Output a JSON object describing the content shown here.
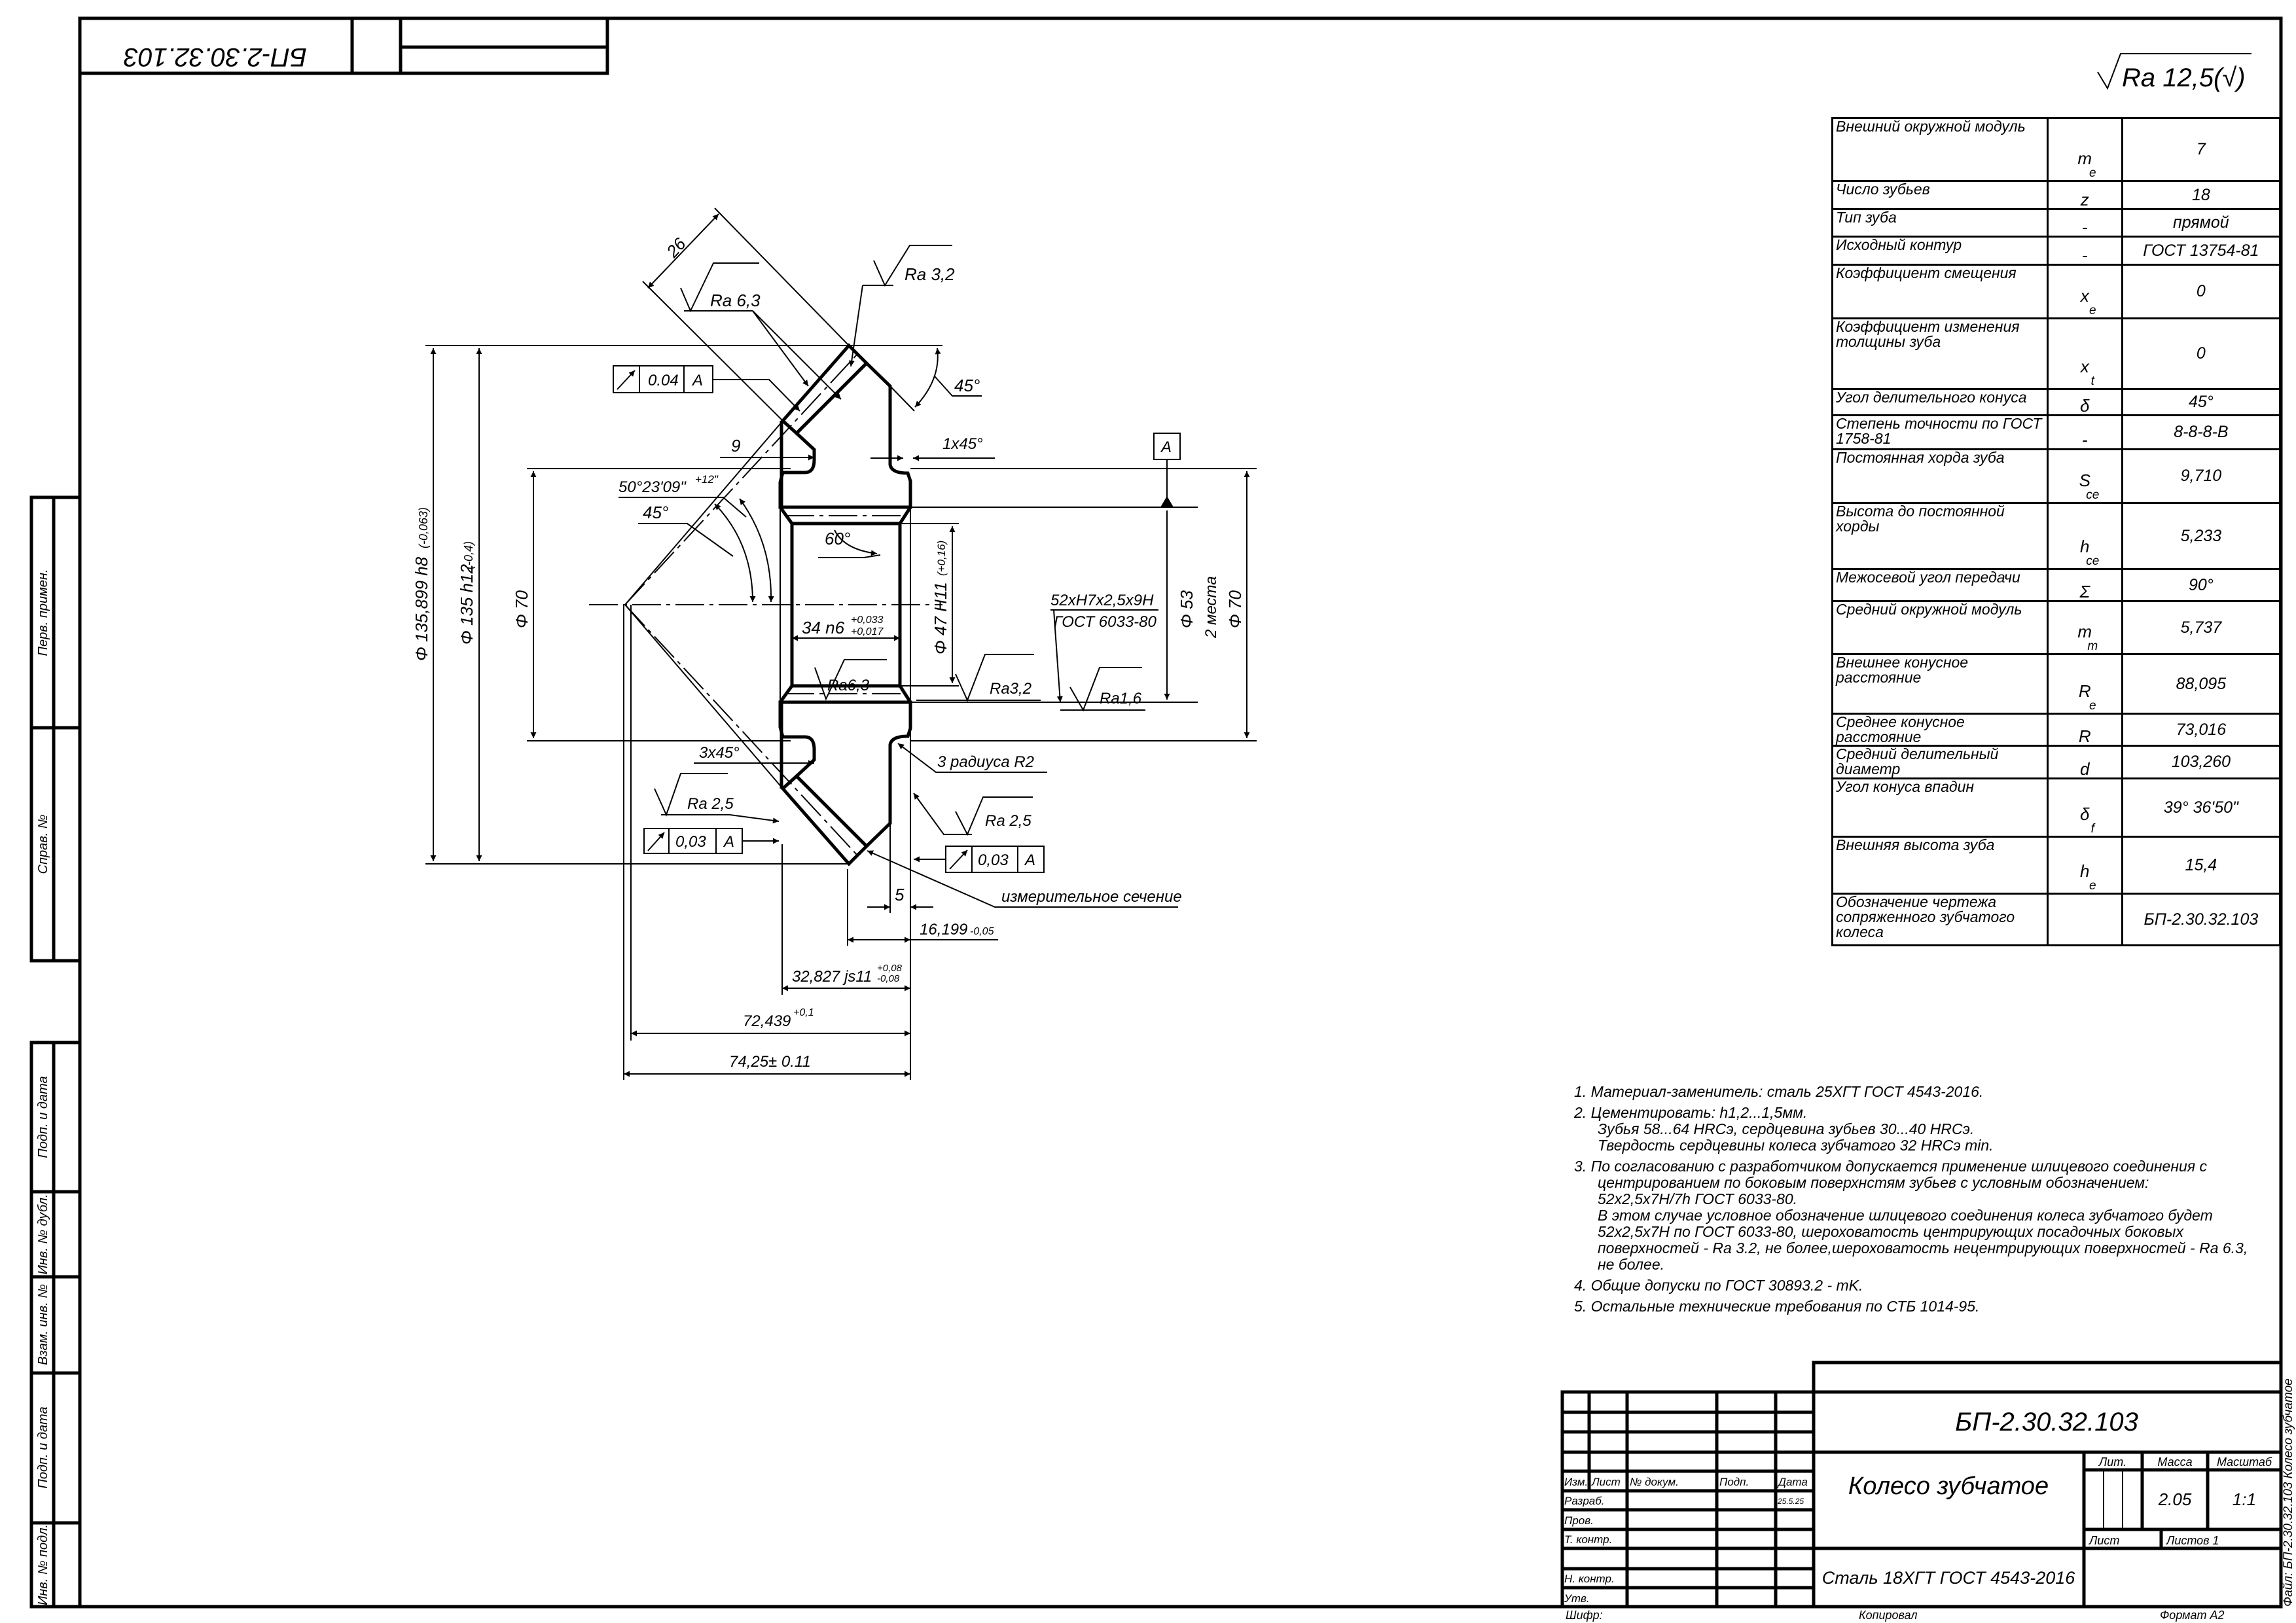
{
  "sheet": {
    "designation_rotated": "БП-2.30.32.103",
    "general_roughness": {
      "value": "Ra 12,5",
      "suffix": "(√)"
    }
  },
  "sidebar": {
    "upper": [
      "Перв. примен.",
      "Справ. №"
    ],
    "lower": [
      "Подп. и дата",
      "Инв. № дубл.",
      "Взам. инв. №",
      "Подп. и дата",
      "Инв. № подл."
    ]
  },
  "drawing": {
    "dim_26": "26",
    "ra_63_top": "Ra 6,3",
    "ra_32_top": "Ra 3,2",
    "runout_top": {
      "value": "0.04",
      "datum": "A"
    },
    "angle_45_top": "45°",
    "dim_9": "9",
    "chamfer_1x45": "1x45°",
    "datum_a": "A",
    "angle_50": "50°23'09\"",
    "angle_50_tol": "+12\"",
    "angle_45_left": "45°",
    "angle_60": "60°",
    "dia_135_899": "Φ 135,899 h8",
    "dia_135_899_tol": "(-0,063)",
    "dia_135": "Φ 135 h12",
    "dia_135_tol": "(-0,4)",
    "dia_70_left": "Φ 70",
    "dim_34": "34 n6",
    "dim_34_tol_upper": "+0,033",
    "dim_34_tol_lower": "+0,017",
    "dia_47": "Φ 47 H11",
    "dia_47_tol": "(+0,16)",
    "spline_designation": "52xH7x2,5x9H",
    "spline_standard": "ГОСТ 6033-80",
    "dia_53": "Φ 53",
    "two_places": "2 места",
    "dia_70_right": "Φ 70",
    "ra_63_bore": "Ra6,3",
    "ra_32_bore": "Ra3,2",
    "ra_16": "Ra1,6",
    "chamfer_3x45": "3x45°",
    "radii_r2": "3 радиуса R2",
    "ra_25_left": "Ra 2,5",
    "ra_25_right": "Ra 2,5",
    "runout_left": {
      "value": "0,03",
      "datum": "A"
    },
    "runout_right": {
      "value": "0,03",
      "datum": "A"
    },
    "dim_5": "5",
    "measuring_section": "измерительное сечение",
    "dim_16_199": "16,199",
    "dim_16_199_tol": "-0,05",
    "dim_32_827": "32,827 js11",
    "dim_32_827_tol_upper": "+0,08",
    "dim_32_827_tol_lower": "-0,08",
    "dim_72_439": "72,439",
    "dim_72_439_tol": "+0,1",
    "dim_74_25": "74,25± 0.11"
  },
  "parameters": [
    {
      "name": "Внешний окружной модуль",
      "symbol": "m",
      "sub": "e",
      "value": "7"
    },
    {
      "name": "Число зубьев",
      "symbol": "z",
      "sub": "",
      "value": "18"
    },
    {
      "name": "Тип зуба",
      "symbol": "-",
      "sub": "",
      "value": "прямой"
    },
    {
      "name": "Исходный контур",
      "symbol": "-",
      "sub": "",
      "value": "ГОСТ 13754-81"
    },
    {
      "name": "Коэффициент смещения",
      "symbol": "x",
      "sub": "e",
      "value": "0"
    },
    {
      "name": "Коэффициент изменения толщины зуба",
      "symbol": "x",
      "sub": "t",
      "value": "0"
    },
    {
      "name": "Угол делительного конуса",
      "symbol": "δ",
      "sub": "",
      "value": "45°"
    },
    {
      "name": "Степень точности по ГОСТ 1758-81",
      "symbol": "-",
      "sub": "",
      "value": "8-8-8-B"
    },
    {
      "name": "Постоянная хорда зуба",
      "symbol": "S",
      "sub": "ce",
      "value": "9,710"
    },
    {
      "name": "Высота до постоянной хорды",
      "symbol": "h",
      "sub": "ce",
      "value": "5,233"
    },
    {
      "name": "Межосевой угол передачи",
      "symbol": "Σ",
      "sub": "",
      "value": "90°"
    },
    {
      "name": "Средний окружной модуль",
      "symbol": "m",
      "sub": "m",
      "value": "5,737"
    },
    {
      "name": "Внешнее конусное расстояние",
      "symbol": "R",
      "sub": "e",
      "value": "88,095"
    },
    {
      "name": "Среднее конусное расстояние",
      "symbol": "R",
      "sub": "",
      "value": "73,016"
    },
    {
      "name": "Средний делительный диаметр",
      "symbol": "d",
      "sub": "",
      "value": "103,260"
    },
    {
      "name": "Угол конуса впадин",
      "symbol": "δ",
      "sub": "f",
      "value": "39° 36'50\""
    },
    {
      "name": "Внешняя высота зуба",
      "symbol": "h",
      "sub": "e",
      "value": "15,4"
    },
    {
      "name": "Обозначение чертежа сопряженного зубчатого колеса",
      "symbol": "",
      "sub": "",
      "value": "БП-2.30.32.103"
    }
  ],
  "notes": [
    {
      "text": "1. Материал-заменитель: сталь 25ХГТ ГОСТ 4543-2016.",
      "indent": false
    },
    {
      "text": "2. Цементировать: h1,2...1,5мм.",
      "indent": false
    },
    {
      "text": "Зубья 58...64 HRCэ, сердцевина зубьев 30...40 HRCэ.",
      "indent": true
    },
    {
      "text": "Твердость сердцевины колеса зубчатого 32 HRCэ min.",
      "indent": true
    },
    {
      "text": "3. По согласованию с разработчиком допускается применение шлицевого соединения с",
      "indent": false
    },
    {
      "text": "центрированием по боковым поверхнстям зубьев с условным обозначением:",
      "indent": true
    },
    {
      "text": "52х2,5х7H/7h ГОСТ 6033-80.",
      "indent": true
    },
    {
      "text": "В этом случае условное обозначение шлицевого соединения колеса зубчатого будет",
      "indent": true
    },
    {
      "text": "52х2,5х7H по ГОСТ 6033-80, шероховатость центрирующих посадочных боковых",
      "indent": true
    },
    {
      "text": "поверхностей - Ra 3.2, не более,шероховатость нецентрирующих поверхностей - Ra 6.3,",
      "indent": true
    },
    {
      "text": "не более.",
      "indent": true
    },
    {
      "text": "4. Общие допуски по ГОСТ 30893.2 - mK.",
      "indent": false
    },
    {
      "text": "5. Остальные технические требования по СТБ 1014-95.",
      "indent": false
    }
  ],
  "title_block": {
    "designation": "БП-2.30.32.103",
    "part_name": "Колесо зубчатое",
    "material": "Сталь 18ХГТ ГОСТ 4543-2016",
    "col_headers": {
      "izm": "Изм.",
      "list": "Лист",
      "doc_no": "№ докум.",
      "sign": "Подп.",
      "date": "Дата"
    },
    "roles": [
      "Разраб.",
      "Пров.",
      "Т. контр.",
      "",
      "Н. контр.",
      "Утв."
    ],
    "developer_date": "25.5.25",
    "lit_label": "Лит.",
    "mass_label": "Масса",
    "scale_label": "Масштаб",
    "mass": "2.05",
    "scale": "1:1",
    "sheet_label": "Лист",
    "sheets_label": "Листов 1",
    "file_label": "Файл: БП-2.30.32.103 Колесо зубчатое"
  },
  "footer": {
    "cipher": "Шифр:",
    "copied": "Копировал",
    "format": "Формат A2"
  }
}
